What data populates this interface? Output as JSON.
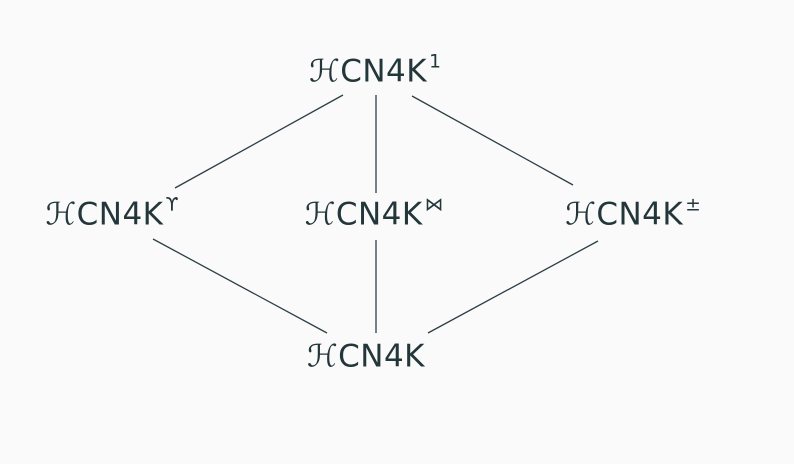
{
  "diagram": {
    "type": "lattice-hasse-diagram",
    "background_color": "#fafafa",
    "ink_color": "#23373b",
    "nodes": [
      {
        "id": "top",
        "prefix": "ℋ",
        "base": "CN4K",
        "superscript": "1"
      },
      {
        "id": "left",
        "prefix": "ℋ",
        "base": "CN4K",
        "superscript": "ϒ"
      },
      {
        "id": "center",
        "prefix": "ℋ",
        "base": "CN4K",
        "superscript": "⋈"
      },
      {
        "id": "right",
        "prefix": "ℋ",
        "base": "CN4K",
        "superscript": "±"
      },
      {
        "id": "bottom",
        "prefix": "ℋ",
        "base": "CN4K",
        "superscript": ""
      }
    ],
    "edges": [
      {
        "from": "top",
        "to": "left"
      },
      {
        "from": "top",
        "to": "center"
      },
      {
        "from": "top",
        "to": "right"
      },
      {
        "from": "left",
        "to": "bottom"
      },
      {
        "from": "center",
        "to": "bottom"
      },
      {
        "from": "right",
        "to": "bottom"
      }
    ]
  }
}
